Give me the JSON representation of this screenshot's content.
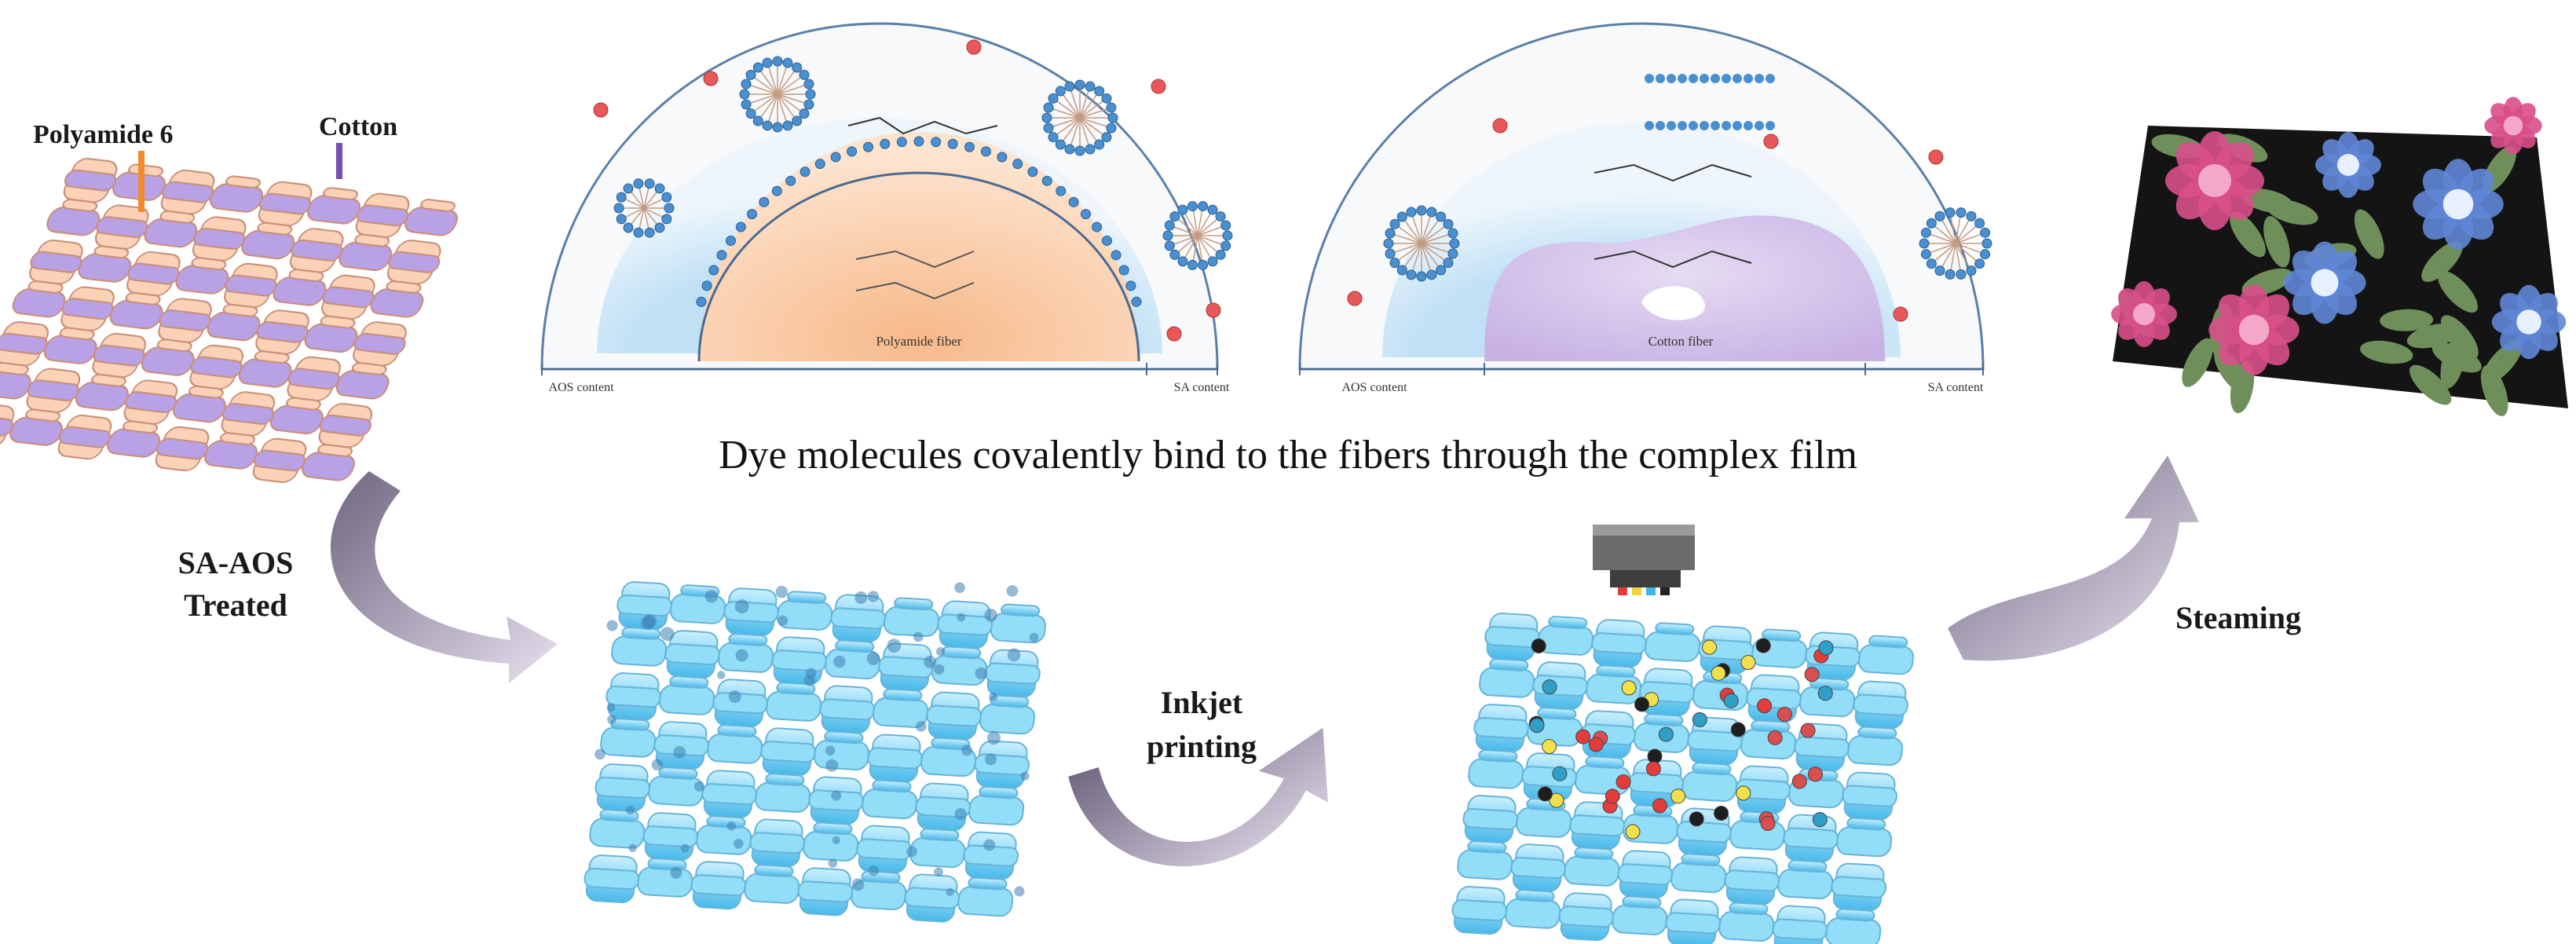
{
  "labels": {
    "polyamide6": "Polyamide 6",
    "cotton": "Cotton",
    "sa_aos_line1": "SA-AOS",
    "sa_aos_line2": "Treated",
    "inkjet_line1": "Inkjet",
    "inkjet_line2": "printing",
    "steaming": "Steaming"
  },
  "left_semicircle": {
    "fiber_label": "Polyamide fiber",
    "left_axis": "AOS content",
    "right_axis": "SA content"
  },
  "right_semicircle": {
    "fiber_label": "Cotton fiber",
    "left_axis": "AOS content",
    "right_axis": "SA content"
  },
  "caption": "Dye molecules covalently bind to the fibers through the complex film",
  "colors": {
    "polyamide": "#f7c6a0",
    "cotton": "#b79be0",
    "treated_fabric": "#7fd4f5",
    "arrow": "#9a90a8",
    "flower_pink": "#d84f8a",
    "flower_blue": "#5f86d6",
    "leaf": "#6f8f5a",
    "micelle": "#4a8fd0",
    "ion_red": "#e8585a"
  }
}
